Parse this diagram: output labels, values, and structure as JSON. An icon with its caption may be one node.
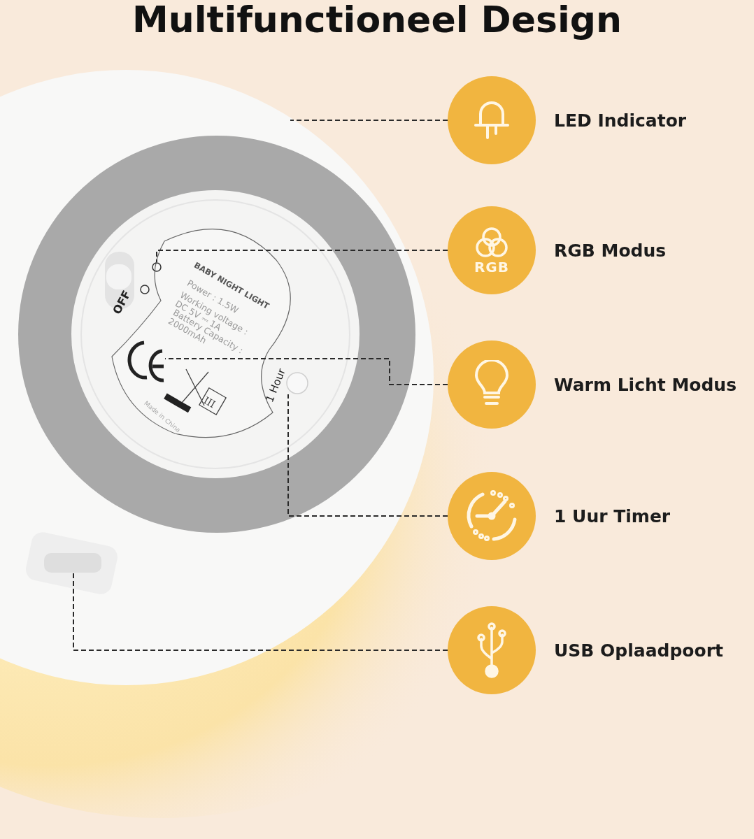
{
  "diagram": {
    "title": "Multifunctioneel Design",
    "nodes": [
      {
        "text": [
          "LED Indicator"
        ]
      },
      {
        "text": [
          "RGB",
          "RGB Modus"
        ]
      },
      {
        "text": [
          "Warm Licht Modus"
        ]
      },
      {
        "text": [
          "1 Uur Timer"
        ]
      },
      {
        "text": [
          "USB Oplaadpoort"
        ]
      },
      {
        "text": [],
        "shape": "circle"
      },
      {
        "text": [],
        "shape": "picture"
      },
      {
        "text": [],
        "shape": "circle"
      },
      {
        "text": [],
        "shape": "box"
      }
    ],
    "edges": [
      {
        "from": 0,
        "to": null,
        "arrow": "none",
        "style": "dashed"
      },
      {
        "from": 1,
        "to": 5,
        "arrow": "none",
        "style": "dashed"
      },
      {
        "from": 2,
        "to": 6,
        "arrow": "none",
        "style": "dashed"
      },
      {
        "from": 3,
        "to": 7,
        "arrow": "none",
        "style": "dashed"
      },
      {
        "from": 4,
        "to": 8,
        "arrow": "none",
        "style": "dashed"
      }
    ],
    "labels": [
      "OFF",
      "BABY NIGHT LIGHT",
      "Power : 1.5W",
      "Working voltage : DC 5V ⎓ 1A",
      "Battery Capacity : 2000mAh",
      "1 Hour",
      "III",
      "Made in China"
    ]
  }
}
